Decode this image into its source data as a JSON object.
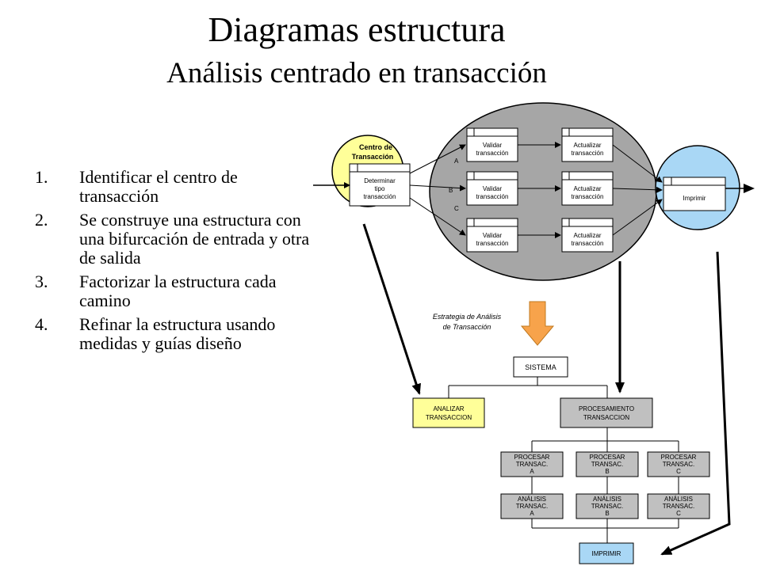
{
  "title": "Diagramas estructura",
  "subtitle": "Análisis centrado en transacción",
  "steps": [
    {
      "num": "1.",
      "text": "Identificar el centro de transacción"
    },
    {
      "num": "2.",
      "text": "Se construye una estructura con una bifurcación de entrada y otra de salida"
    },
    {
      "num": "3.",
      "text": "Factorizar la estructura cada camino"
    },
    {
      "num": "4.",
      "text": "Refinar la estructura usando medidas y guías diseño"
    }
  ],
  "dfd": {
    "centro_label": [
      "Centro de",
      "Transacción"
    ],
    "determinar": [
      "Determinar",
      "tipo",
      "transacción"
    ],
    "validar": [
      "Validar",
      "transacción"
    ],
    "actualizar": [
      "Actualizar",
      "transacción"
    ],
    "imprimir": "Imprimir",
    "paths": [
      "A",
      "B",
      "C"
    ]
  },
  "strategy_label": [
    "Estrategia de Análisis",
    "de Transacción"
  ],
  "structure": {
    "sistema": "SISTEMA",
    "analizar": [
      "ANALIZAR",
      "TRANSACCION"
    ],
    "procesamiento": [
      "PROCESAMIENTO",
      "TRANSACCION"
    ],
    "procesar": [
      [
        "PROCESAR",
        "TRANSAC.",
        "A"
      ],
      [
        "PROCESAR",
        "TRANSAC.",
        "B"
      ],
      [
        "PROCESAR",
        "TRANSAC.",
        "C"
      ]
    ],
    "analisis": [
      [
        "ANÁLISIS",
        "TRANSAC.",
        "A"
      ],
      [
        "ANÁLISIS",
        "TRANSAC.",
        "B"
      ],
      [
        "ANÁLISIS",
        "TRANSAC.",
        "C"
      ]
    ],
    "imprimir": "IMPRIMIR"
  },
  "colors": {
    "centro_fill": "#ffff99",
    "center_ellipse": "#a6a6a6",
    "imprimir_circle": "#a9d7f5",
    "strategy_arrow": "#f7a34b",
    "box_grey": "#c0c0c0",
    "box_yellow": "#ffff99",
    "box_blue": "#a9d7f5"
  }
}
